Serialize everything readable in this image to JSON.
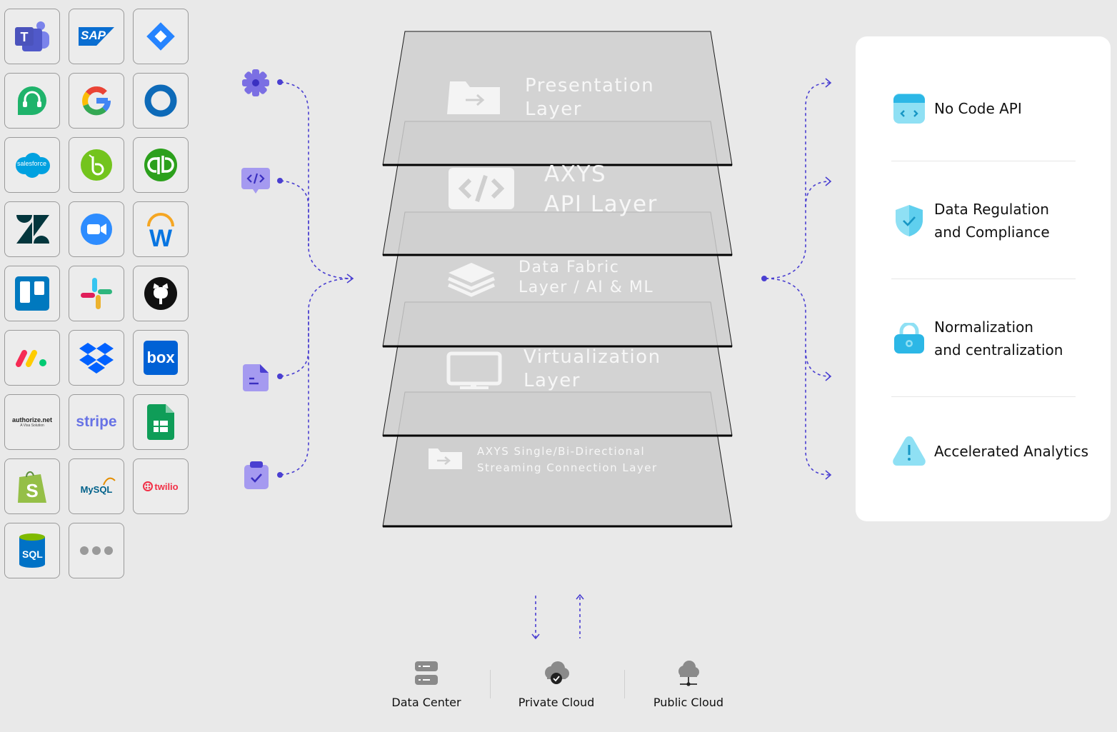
{
  "integrations": {
    "sap_label": "SAP",
    "salesforce_label": "salesforce",
    "box_label": "box",
    "authorize_label": "authorize.net",
    "authorize_sub": "A Visa Solution",
    "stripe_label": "stripe",
    "mysql_label": "MySQL",
    "twilio_label": "twilio",
    "sql_label": "SQL"
  },
  "layers": [
    {
      "line1": "Presentation",
      "line2": "Layer",
      "icon": "folder-arrow-icon"
    },
    {
      "line1": "AXYS",
      "line2": "API Layer",
      "icon": "code-icon"
    },
    {
      "line1": "Data Fabric",
      "line2": "Layer / AI & ML",
      "icon": "stack-icon"
    },
    {
      "line1": "Virtualization",
      "line2": "Layer",
      "icon": "monitor-icon"
    },
    {
      "line1": "AXYS Single/Bi-Directional",
      "line2": "Streaming Connection Layer",
      "icon": "folder-arrow-icon"
    }
  ],
  "features": [
    {
      "line1": "No Code API",
      "line2": "",
      "icon": "api-window-icon"
    },
    {
      "line1": "Data Regulation",
      "line2": "and Compliance",
      "icon": "shield-check-icon"
    },
    {
      "line1": "Normalization",
      "line2": "and centralization",
      "icon": "lock-icon"
    },
    {
      "line1": "Accelerated Analytics",
      "line2": "",
      "icon": "warning-icon"
    }
  ],
  "deployments": [
    {
      "label": "Data Center",
      "icon": "server-icon"
    },
    {
      "label": "Private Cloud",
      "icon": "private-cloud-icon"
    },
    {
      "label": "Public Cloud",
      "icon": "public-cloud-icon"
    }
  ],
  "colors": {
    "background": "#e9e9e9",
    "accent_purple": "#4a3fd1",
    "icon_purple": "#7b6fe3",
    "feature_cyan": "#3ec6ea",
    "layer_fill": "#cfcfcf"
  }
}
